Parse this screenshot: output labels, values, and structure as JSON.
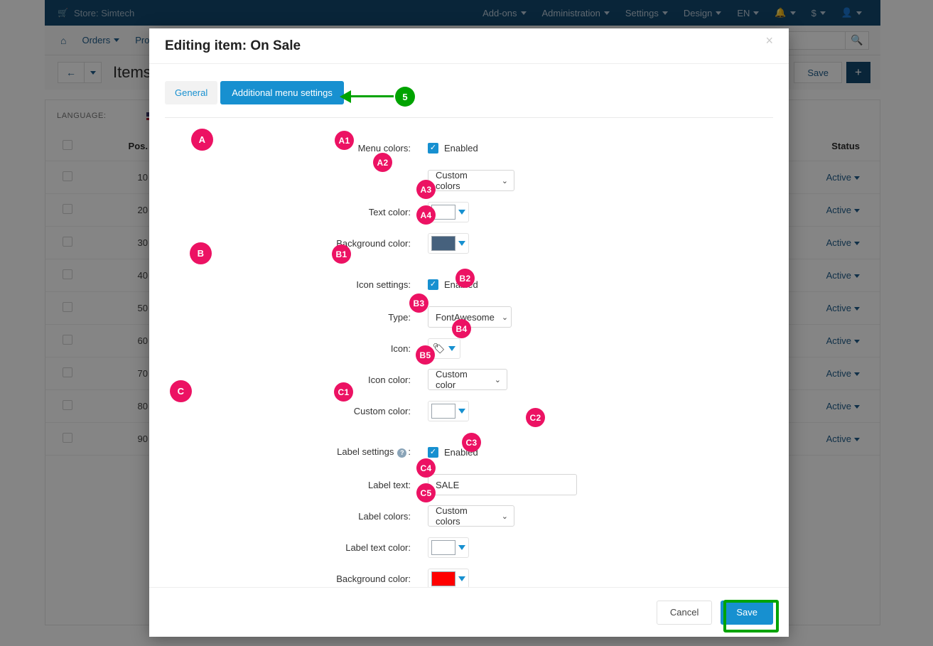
{
  "topbar": {
    "store_label": "Store: Simtech",
    "cart_icon": "cart-icon",
    "items": [
      {
        "label": "Add-ons",
        "name": "add-ons"
      },
      {
        "label": "Administration",
        "name": "administration"
      },
      {
        "label": "Settings",
        "name": "settings"
      },
      {
        "label": "Design",
        "name": "design"
      },
      {
        "label": "EN",
        "name": "language"
      }
    ],
    "bell_icon": "bell-icon",
    "currency": "$",
    "user_icon": "user-icon"
  },
  "breadcrumb": {
    "home_icon": "home-icon",
    "items": [
      "Orders",
      "Products"
    ]
  },
  "pagehead": {
    "title": "Items for",
    "back_icon": "arrow-left-icon",
    "gear_icon": "gear-icon",
    "save_label": "Save",
    "add_icon": "plus-icon"
  },
  "search": {
    "value": "",
    "placeholder": "",
    "icon": "search-icon"
  },
  "list": {
    "language_label": "LANGUAGE:",
    "flag_icon": "us-flag-icon",
    "columns": [
      "",
      "Pos.",
      "",
      "Status"
    ],
    "rows": [
      {
        "pos": "10",
        "name": "",
        "status": "Active"
      },
      {
        "pos": "20",
        "name": "",
        "status": "Active"
      },
      {
        "pos": "30",
        "name": "",
        "status": "Active"
      },
      {
        "pos": "40",
        "name": "",
        "status": "Active"
      },
      {
        "pos": "50",
        "name": "",
        "status": "Active"
      },
      {
        "pos": "60",
        "name": "",
        "status": "Active"
      },
      {
        "pos": "70",
        "name": "",
        "status": "Active"
      },
      {
        "pos": "80",
        "name": "",
        "status": "Active"
      },
      {
        "pos": "90",
        "name": "",
        "status": "Active"
      }
    ]
  },
  "modal": {
    "title": "Editing item: On Sale",
    "close_icon": "close-icon",
    "tabs": [
      {
        "label": "General",
        "active": false
      },
      {
        "label": "Additional menu settings",
        "active": true
      }
    ],
    "menu_colors": {
      "section_label": "Menu colors:",
      "enabled_label": "Enabled",
      "enabled_checked": true,
      "mode_value": "Custom colors",
      "text_color_label": "Text color:",
      "text_color_value": "#ffffff",
      "background_color_label": "Background color:",
      "background_color_value": "#46617d"
    },
    "icon_settings": {
      "section_label": "Icon settings:",
      "enabled_label": "Enabled",
      "enabled_checked": true,
      "type_label": "Type:",
      "type_value": "FontAwesome",
      "icon_label": "Icon:",
      "icon_glyph": "tag-icon",
      "icon_color_label": "Icon color:",
      "icon_color_value": "Custom color",
      "custom_color_label": "Custom color:",
      "custom_color_value": "#ffffff"
    },
    "label_settings": {
      "section_label": "Label settings",
      "help_icon": "help-icon",
      "enabled_label": "Enabled",
      "enabled_checked": true,
      "label_text_label": "Label text:",
      "label_text_value": "SALE",
      "label_colors_label": "Label colors:",
      "label_colors_value": "Custom colors",
      "label_text_color_label": "Label text color:",
      "label_text_color_value": "#ffffff",
      "background_color_label": "Background color:",
      "background_color_value": "#ff0000"
    },
    "footer": {
      "cancel_label": "Cancel",
      "save_label": "Save"
    }
  },
  "annotations": {
    "accent_pink": "#ec1263",
    "accent_green": "#00a300",
    "callouts": [
      {
        "id": "5",
        "name": "callout-5"
      },
      {
        "id": "A",
        "name": "callout-a"
      },
      {
        "id": "A1",
        "name": "callout-a1"
      },
      {
        "id": "A2",
        "name": "callout-a2"
      },
      {
        "id": "A3",
        "name": "callout-a3"
      },
      {
        "id": "A4",
        "name": "callout-a4"
      },
      {
        "id": "B",
        "name": "callout-b"
      },
      {
        "id": "B1",
        "name": "callout-b1"
      },
      {
        "id": "B2",
        "name": "callout-b2"
      },
      {
        "id": "B3",
        "name": "callout-b3"
      },
      {
        "id": "B4",
        "name": "callout-b4"
      },
      {
        "id": "B5",
        "name": "callout-b5"
      },
      {
        "id": "C",
        "name": "callout-c"
      },
      {
        "id": "C1",
        "name": "callout-c1"
      },
      {
        "id": "C2",
        "name": "callout-c2"
      },
      {
        "id": "C3",
        "name": "callout-c3"
      },
      {
        "id": "C4",
        "name": "callout-c4"
      },
      {
        "id": "C5",
        "name": "callout-c5"
      }
    ]
  }
}
